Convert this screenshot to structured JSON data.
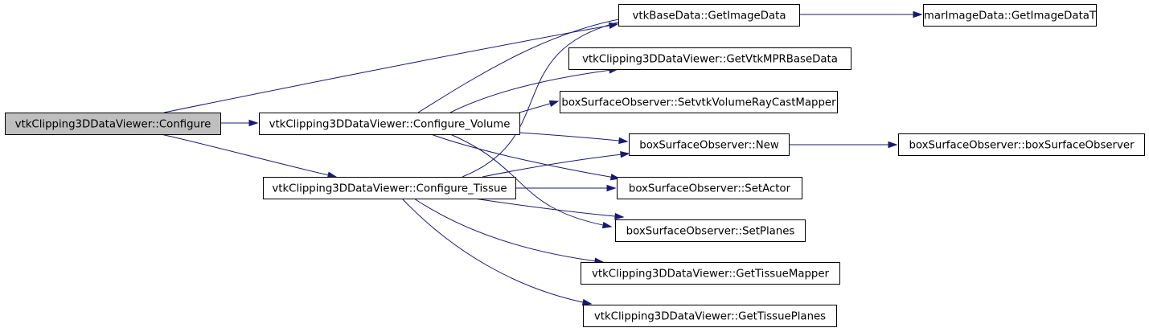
{
  "colors": {
    "edge": "#191970",
    "root_fill": "#bfbfbf",
    "node_fill": "#ffffff",
    "node_border": "#000000"
  },
  "nodes": {
    "configure": {
      "label": "vtkClipping3DDataViewer::Configure",
      "root": true
    },
    "configure_volume": {
      "label": "vtkClipping3DDataViewer::Configure_Volume"
    },
    "configure_tissue": {
      "label": "vtkClipping3DDataViewer::Configure_Tissue"
    },
    "get_image_data": {
      "label": "vtkBaseData::GetImageData"
    },
    "get_image_data_t": {
      "label": "marImageData::GetImageDataT"
    },
    "get_vtk_mpr_base_data": {
      "label": "vtkClipping3DDataViewer::GetVtkMPRBaseData"
    },
    "set_vtk_volume_ray_cast_mapper": {
      "label": "boxSurfaceObserver::SetvtkVolumeRayCastMapper"
    },
    "new": {
      "label": "boxSurfaceObserver::New"
    },
    "box_surface_observer_ctor": {
      "label": "boxSurfaceObserver::boxSurfaceObserver"
    },
    "set_actor": {
      "label": "boxSurfaceObserver::SetActor"
    },
    "set_planes": {
      "label": "boxSurfaceObserver::SetPlanes"
    },
    "get_tissue_mapper": {
      "label": "vtkClipping3DDataViewer::GetTissueMapper"
    },
    "get_tissue_planes": {
      "label": "vtkClipping3DDataViewer::GetTissuePlanes"
    }
  },
  "edges": [
    [
      "configure",
      "get_image_data"
    ],
    [
      "configure",
      "configure_volume"
    ],
    [
      "configure",
      "configure_tissue"
    ],
    [
      "configure_volume",
      "get_image_data"
    ],
    [
      "configure_volume",
      "get_vtk_mpr_base_data"
    ],
    [
      "configure_volume",
      "set_vtk_volume_ray_cast_mapper"
    ],
    [
      "configure_volume",
      "new"
    ],
    [
      "configure_volume",
      "set_actor"
    ],
    [
      "configure_volume",
      "set_planes"
    ],
    [
      "configure_tissue",
      "get_image_data"
    ],
    [
      "configure_tissue",
      "new"
    ],
    [
      "configure_tissue",
      "set_actor"
    ],
    [
      "configure_tissue",
      "set_planes"
    ],
    [
      "configure_tissue",
      "get_tissue_mapper"
    ],
    [
      "configure_tissue",
      "get_tissue_planes"
    ],
    [
      "get_image_data",
      "get_image_data_t"
    ],
    [
      "new",
      "box_surface_observer_ctor"
    ]
  ]
}
